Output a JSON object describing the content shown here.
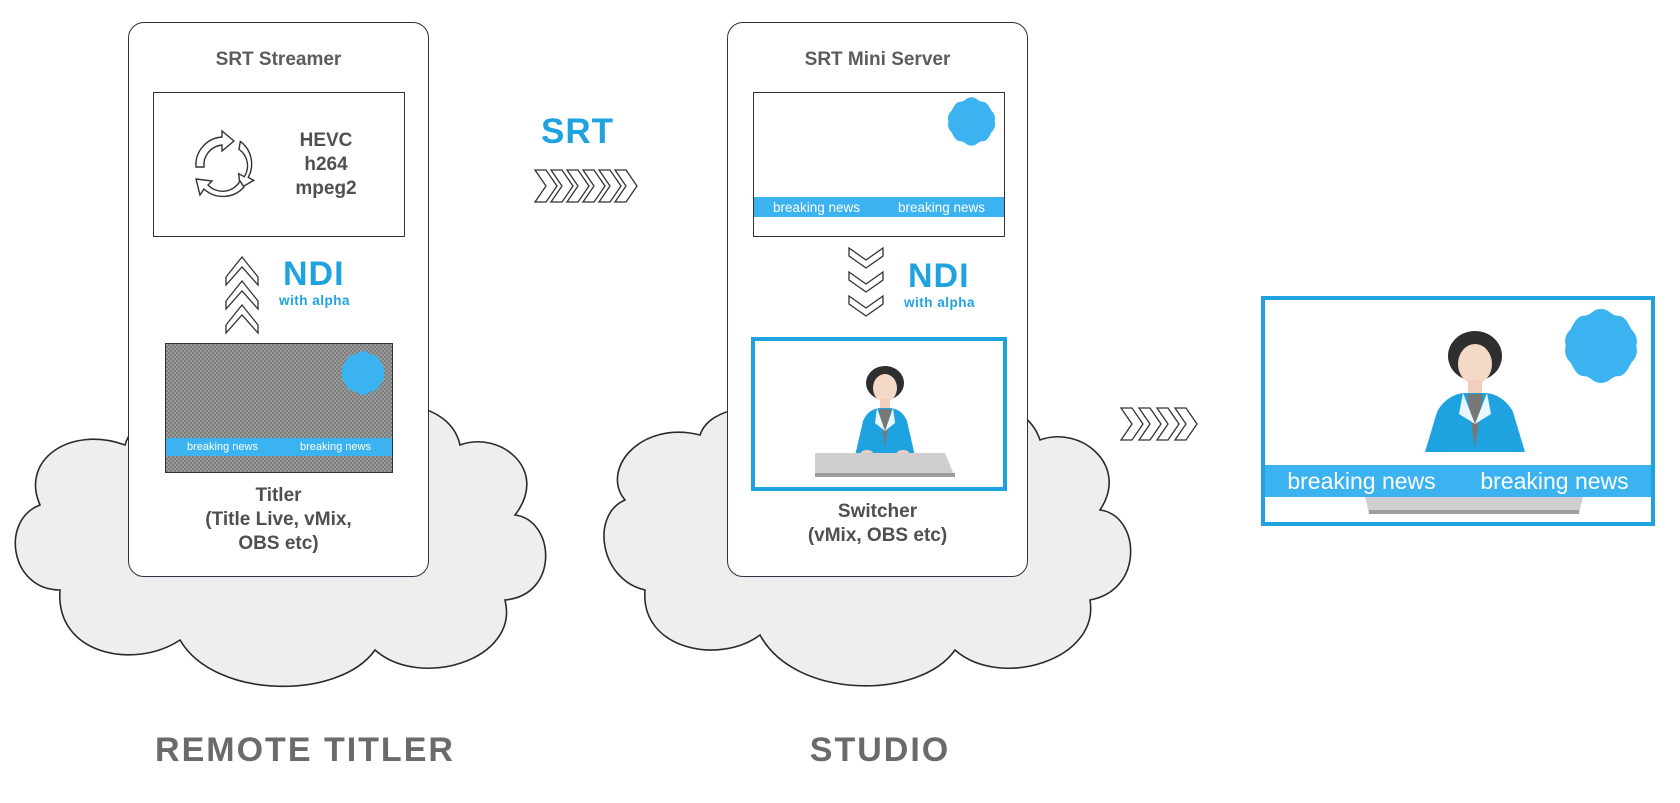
{
  "colors": {
    "accent": "#1fa3e0",
    "ticker": "#3bb3f0",
    "cloud": "#eeeeee"
  },
  "remote": {
    "device_title": "SRT Streamer",
    "codecs": [
      "HEVC",
      "h264",
      "mpeg2"
    ],
    "ndi": "NDI",
    "ndi_sub": "with alpha",
    "ticker": [
      "breaking news",
      "breaking news"
    ],
    "caption": [
      "Titler",
      "(Title Live, vMix,",
      "OBS etc)"
    ],
    "label": "REMOTE TITLER"
  },
  "transport": {
    "label": "SRT"
  },
  "studio": {
    "device_title": "SRT Mini Server",
    "ticker": [
      "breaking news",
      "breaking news"
    ],
    "ndi": "NDI",
    "ndi_sub": "with alpha",
    "caption": [
      "Switcher",
      "(vMix, OBS etc)"
    ],
    "label": "STUDIO"
  },
  "output": {
    "ticker": [
      "breaking news",
      "breaking news"
    ]
  },
  "icons": [
    "refresh-cycle-icon",
    "chevron-arrows-icon",
    "flower-badge-icon",
    "news-presenter-icon"
  ]
}
